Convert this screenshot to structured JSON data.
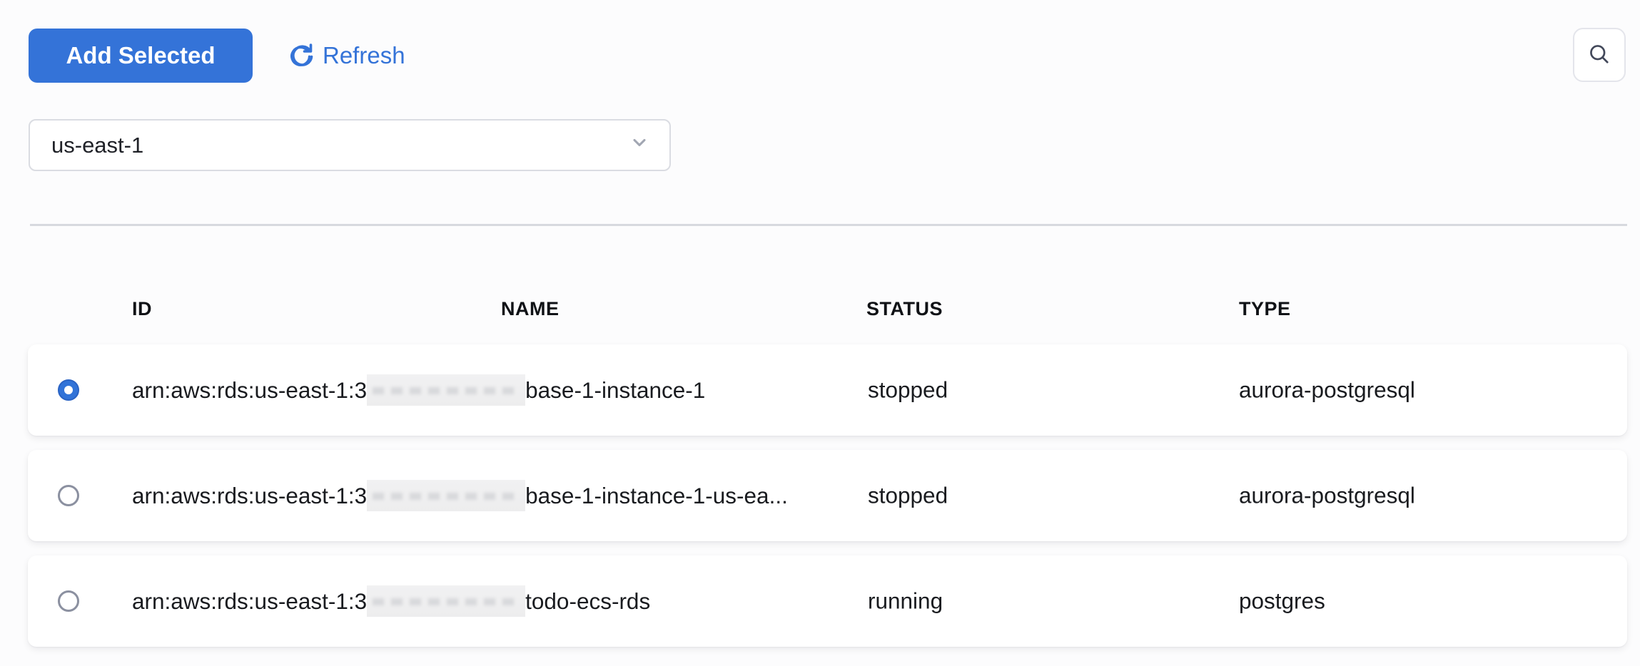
{
  "toolbar": {
    "add_selected_label": "Add Selected",
    "refresh_label": "Refresh"
  },
  "region_select": {
    "value": "us-east-1"
  },
  "table": {
    "columns": [
      "ID",
      "NAME",
      "STATUS",
      "TYPE"
    ],
    "rows": [
      {
        "selected": true,
        "id_visible": "arn:aws:rds:us-east-1:3",
        "redacted": true,
        "name_visible": "base-1-instance-1",
        "status": "stopped",
        "type": "aurora-postgresql"
      },
      {
        "selected": false,
        "id_visible": "arn:aws:rds:us-east-1:3",
        "redacted": true,
        "name_visible": "base-1-instance-1-us-ea...",
        "status": "stopped",
        "type": "aurora-postgresql"
      },
      {
        "selected": false,
        "id_visible": "arn:aws:rds:us-east-1:3",
        "redacted": true,
        "name_visible": "todo-ecs-rds",
        "status": "running",
        "type": "postgres"
      }
    ]
  },
  "colors": {
    "accent_blue": "#3473d8",
    "divider": "#d7d9df",
    "row_bg": "#ffffff",
    "page_bg": "#fcfcfd",
    "text": "#191b1f",
    "radio_unselected_border": "#8b90a0"
  }
}
